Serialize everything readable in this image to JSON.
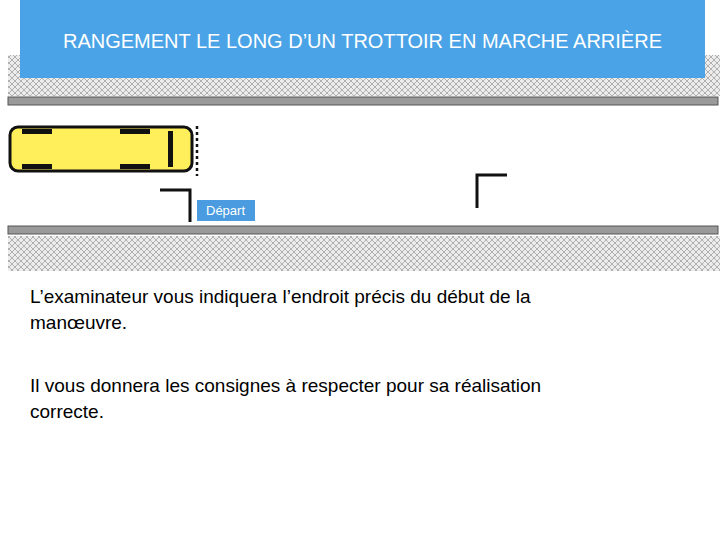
{
  "diagram": {
    "title": "RANGEMENT LE LONG D’UN TROTTOIR EN MARCHE ARRIÈRE",
    "nodes": [
      {
        "text": [
          "Départ"
        ]
      }
    ],
    "labels": [
      "L’examinateur vous indiquera l’endroit précis du début de la manœuvre.",
      "Il vous donnera les consignes à respecter pour sa réalisation correcte."
    ]
  }
}
